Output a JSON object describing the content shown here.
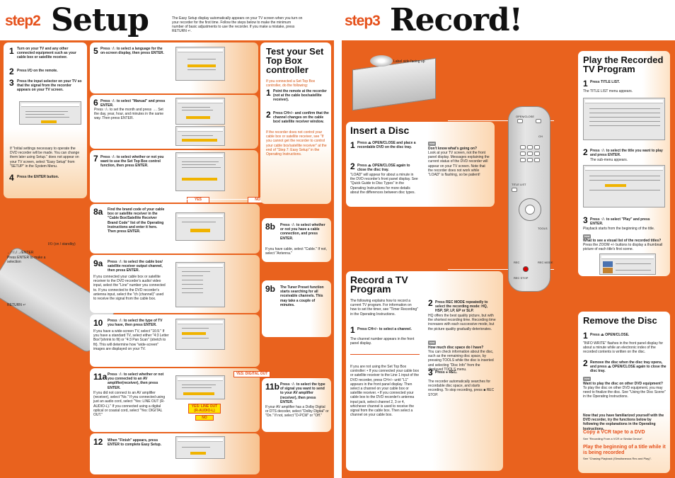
{
  "page1": {
    "step_label": "step2",
    "title": "Setup",
    "intro": "The Easy Setup display automatically appears on your TV screen when you turn on your recorder for the first time. Follow the steps below to make the minimum number of basic adjustments to use the recorder. If you make a mistake, press RETURN ↵.",
    "s1": "Turn on your TV and any other connected equipment such as your cable box or satellite receiver.",
    "s2": "Press I/⏻ on the remote.",
    "s3": "Press the input selector on your TV so that the signal from the recorder appears on your TV screen.",
    "s3_note": "If \"Initial settings necessary to operate the DVD recorder will be made. You can change them later using Setup.\" does not appear on your TV screen, select \"Easy Setup\" from \"SETUP\" in the System Menu.",
    "s4": "Press the ENTER button.",
    "remote_power": "I/⏻ (on / standby)",
    "remote_arrows": "←/↑/↓/→/ENTER",
    "remote_arrows2": "Press ENTER to make a selection",
    "remote_return": "RETURN ↵",
    "s5": "Press ↑/↓ to select a language for the on-screen display, then press ENTER.",
    "s6a": "Press ↑/↓ to select \"Manual\" and press ENTER.",
    "s6b": "Press ↑/↓ to set the month and press →. Set the day, year, hour, and minutes in the same way. Then press ENTER.",
    "s7": "Press ↑/↓ to select whether or not you want to use the Set Top Box control function, then press ENTER.",
    "yes": "YES",
    "no": "NO",
    "test_title": "Test your Set Top Box controller",
    "test_intro": "If you connected a Set Top Box controller, do the following:",
    "t1": "Point the remote at the recorder (not at the cable box/satellite receiver).",
    "t2": "Press CH+/– and confirm that the channel changes on the cable box/ satellite receiver window.",
    "t2_note": "If the recorder does not control your cable box or satellite receiver, see \"If you cannot get the recorder to control your cable box/satellite receiver\" at the end of \"Step 7: Easy Setup\" in the Operating Instructions.",
    "s8a": "Find the brand code of your cable box or satellite receiver in the \"Cable Box/Satellite Receiver Brand Code\" list of the Operating Instructions and enter it here. Then press ENTER.",
    "s8b": "Press ↑/↓ to select whether or not you have a cable connection, and press ENTER.",
    "s8b_note": "If you have cable, select \"Cable.\" If not, select \"Antenna.\"",
    "s9a": "Press ↑/↓ to select the cable box/ satellite receiver output channel, then press ENTER.",
    "s9a_note": "If you connected your cable box or satellite receiver to the DVD recorder's audio/ video input, select the \"Line\" number you connected to. If you connected to the DVD recorder's antenna input, select the \"ch (channel)\" used to receive the signal from the cable box.",
    "s9b": "The Tuner Preset function starts searching for all receivable channels. This may take a couple of minutes.",
    "s10": "Press ↑/↓ to select the type of TV you have, then press ENTER.",
    "s10_note": "If you have a wide-screen TV, select \"16:9.\" If you have a standard TV, select either \"4:3 Letter Box\"(shrink to fit) or \"4:3 Pan Scan\" (stretch to fit). This will determine how \"wide-screen\" images are displayed on your TV.",
    "s11a": "Press ↑/↓ to select whether or not you connected to an AV amplifier(receiver), then press ENTER.",
    "s11a_note": "If you did not connect to an AV amplifier (receiver), select \"No.\" If you connected using just an audio cord, select \"Yes: LINE OUT (R-AUDIO-L).\" If you connected using a digital optical or coaxial cord, select \"Yes: DIGITAL OUT.\"",
    "yes_digital": "YES: DIGITAL OUT",
    "yes_line": "YES: LINE OUT (R-AUDIO-L)",
    "no2": "NO",
    "s11b": "Press ↑/↓ to select the type of signal you want to send to your AV amplifier (receiver), then press ENTER.",
    "s11b_note": "If your AV amplifier has a Dolby Digital or DTS decoder, select \"Dolby Digital\" or \"On.\" If not, select \"D-PCM\" or \"Off.\"",
    "s12": "When \"Finish\" appears, press ENTER to complete Easy Setup."
  },
  "page2": {
    "step_label": "step3",
    "title": "Record!",
    "disc_label": "Label side facing up",
    "insert_title": "Insert a Disc",
    "i1": "Press ⏏ OPEN/CLOSE and place a recordable DVD on the disc tray.",
    "i2": "Press ⏏ OPEN/CLOSE again to close the disc tray.",
    "i2_note": "\"LOAD\" will appear for about a minute in the DVD recorder's front panel display. See \"Quick Guide to Disc Types\" in the Operating Instructions for more details about the differences between disc types.",
    "hint": "hint",
    "dontknow_title": "Don't know what's going on?",
    "dontknow": "Look at your TV screen, not the front panel display. Messages explaining the current status of the DVD recorder will appear on your TV screen. Note that the recorder does not work while \"LOAD\" is flashing, so be patient!",
    "tv_title": "Record a TV Program",
    "tv_intro": "The following explains how to record a current TV program. For information on how to set the timer, see \"Timer Recording\" in the Operating Instructions.",
    "r1": "Press CH+/– to select a channel.",
    "r1_note": "The channel number appears in the front panel display.",
    "r1_note2": "If you are not using the Set Top Box controller: • If you connected your cable box or satellite receiver to the Line 1 input of the DVD recorder, press CH+/– until \"L1\" appears in the front panel display. Then select a channel on your cable box or satellite receiver. • If you connected your cable box to the DVD recorder's antenna input jack, select channel 2, 3 or 4, whichever channel is used to receive the signal from the cable box. Then select a channel on your cable box.",
    "r2": "Press REC MODE repeatedly to select the recording mode: HQ, HSP, SP, LP, EP or SLP.",
    "r2_note": "HQ offers the best quality picture, but with the shortest recording time. Recording time increases with each successive mode, but the picture quality gradually deteriorates.",
    "howmuch_title": "How much disc space do I have?",
    "howmuch": "You can check information about the disc, such as the remaining disc space, by pressing TOOLS while the disc is inserted and selecting \"Disc Info\" from the displayed TOOLS menu.",
    "r3": "Press ● REC.",
    "r3_note": "The recorder automatically searches for recordable disc space, and starts recording. To stop recording, press ■ REC STOP.",
    "play_title": "Play the Recorded TV Program",
    "p1": "Press TITLE LIST.",
    "p1_note": "The TITLE LIST menu appears.",
    "p2": "Press ↑/↓ to select the title you want to play and press ENTER.",
    "p2_note": "The sub-menu appears.",
    "p3": "Press ↑/↓ to select \"Play\" and press ENTER.",
    "p3_note": "Playback starts from the beginning of the title.",
    "visual_title": "What to see a visual list of the recorded titles?",
    "visual": "Press the ZOOM +/- buttons to display a thumbnail picture of each title's first scene.",
    "remove_title": "Remove the Disc",
    "d1": "Press ⏏ OPEN/CLOSE.",
    "d1_note": "\"INFO WRITE\" flashes in the front panel display for about a minute while an electronic index of the recorded contents is written on the disc.",
    "d2": "Remove the disc when the disc tray opens, and press ⏏ OPEN/CLOSE again to close the disc tray.",
    "other_title": "Want to play the disc on other DVD equipment?",
    "other": "To play the disc on other DVD equipment, you may need to finalize the disc. See \"Using the Disc Scene\" in the Operating Instructions.",
    "outro": "Now that you have familiarized yourself with the DVD recorder, try the functions below by following the explanations in the Operating Instructions.",
    "link1": "Copy a VCR tape to a DVD",
    "link1_sub": "See \"Recording From a VCR or Similar Device\".",
    "link2": "Play the beginning of a title while it is being recorded",
    "link2_sub": "See \"Chasing Playback (Simultaneous Rec and Play)\".",
    "remote_labels": {
      "open": "OPEN/CLOSE",
      "ch": "CH",
      "title": "TITLE LIST",
      "tools": "TOOLS",
      "rec": "REC",
      "recmode": "REC MODE",
      "stop": "REC STOP"
    }
  }
}
